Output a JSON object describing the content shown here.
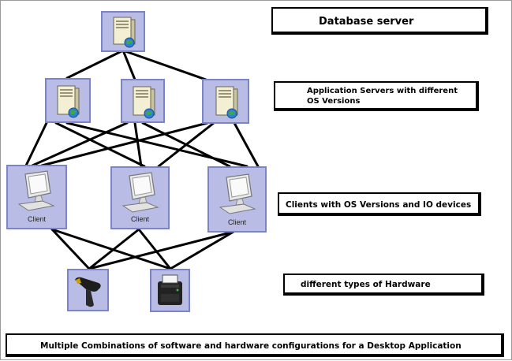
{
  "labels": {
    "database": "Database server",
    "app_servers": "Application Servers with different OS Versions",
    "clients": "Clients with OS Versions and IO devices",
    "hardware": "different types of Hardware",
    "footer": "Multiple Combinations of software and hardware configurations for a Desktop Application"
  },
  "clients": [
    {
      "label": "Client"
    },
    {
      "label": "Client"
    },
    {
      "label": "Client"
    }
  ],
  "icons": {
    "database": "server-icon",
    "app_server": "server-icon",
    "client": "computer-icon",
    "hardware_1": "barcode-scanner-icon",
    "hardware_2": "receipt-printer-icon"
  },
  "colors": {
    "node_fill": "#b9bde6",
    "node_border": "#7b84c8",
    "line": "#000000"
  }
}
